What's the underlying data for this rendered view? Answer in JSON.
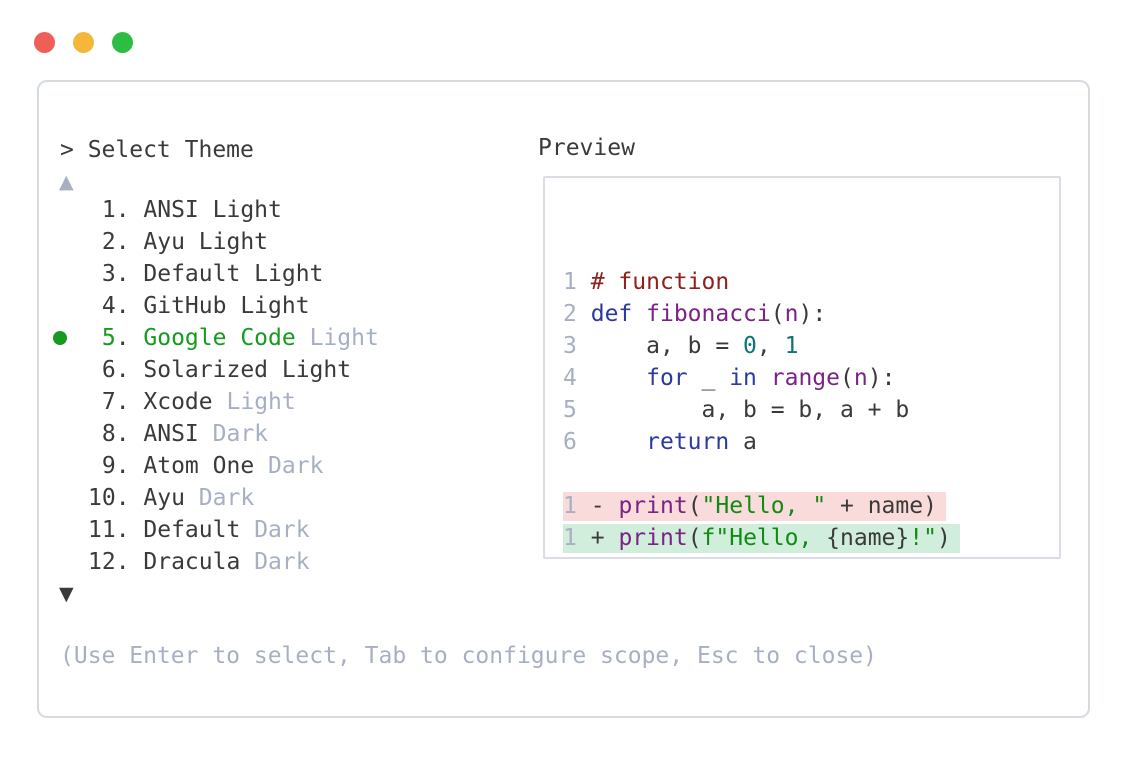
{
  "window_controls": {
    "close_color": "#F05F57",
    "minimize_color": "#F3B73A",
    "zoom_color": "#2EBD44"
  },
  "theme_selector": {
    "prompt": "> Select Theme",
    "scroll_up_glyph": "▲",
    "scroll_down_glyph": "▼",
    "items": [
      {
        "number": "1",
        "name": "ANSI Light",
        "variant": "",
        "selected": false
      },
      {
        "number": "2",
        "name": "Ayu Light",
        "variant": "",
        "selected": false
      },
      {
        "number": "3",
        "name": "Default Light",
        "variant": "",
        "selected": false
      },
      {
        "number": "4",
        "name": "GitHub Light",
        "variant": "",
        "selected": false
      },
      {
        "number": "5",
        "name": "Google Code",
        "variant": "Light",
        "selected": true
      },
      {
        "number": "6",
        "name": "Solarized Light",
        "variant": "",
        "selected": false
      },
      {
        "number": "7",
        "name": "Xcode",
        "variant": "Light",
        "selected": false
      },
      {
        "number": "8",
        "name": "ANSI",
        "variant": "Dark",
        "selected": false
      },
      {
        "number": "9",
        "name": "Atom One",
        "variant": "Dark",
        "selected": false
      },
      {
        "number": "10",
        "name": "Ayu",
        "variant": "Dark",
        "selected": false
      },
      {
        "number": "11",
        "name": "Default",
        "variant": "Dark",
        "selected": false
      },
      {
        "number": "12",
        "name": "Dracula",
        "variant": "Dark",
        "selected": false
      }
    ],
    "hint": "(Use Enter to select, Tab to configure scope, Esc to close)"
  },
  "preview": {
    "title": "Preview",
    "code_lines": [
      {
        "number": "1",
        "tokens": [
          [
            "com",
            "# function"
          ]
        ]
      },
      {
        "number": "2",
        "tokens": [
          [
            "kw",
            "def"
          ],
          [
            "pln",
            " "
          ],
          [
            "typ",
            "fibonacci"
          ],
          [
            "pun",
            "("
          ],
          [
            "typ",
            "n"
          ],
          [
            "pun",
            "):"
          ]
        ]
      },
      {
        "number": "3",
        "tokens": [
          [
            "pln",
            "    a, b = "
          ],
          [
            "lit",
            "0"
          ],
          [
            "pln",
            ", "
          ],
          [
            "lit",
            "1"
          ]
        ]
      },
      {
        "number": "4",
        "tokens": [
          [
            "pln",
            "    "
          ],
          [
            "kw",
            "for"
          ],
          [
            "pln",
            " _ "
          ],
          [
            "kw",
            "in"
          ],
          [
            "pln",
            " "
          ],
          [
            "typ",
            "range"
          ],
          [
            "pun",
            "("
          ],
          [
            "typ",
            "n"
          ],
          [
            "pun",
            "):"
          ]
        ]
      },
      {
        "number": "5",
        "tokens": [
          [
            "pln",
            "        a, b = b, a + b"
          ]
        ]
      },
      {
        "number": "6",
        "tokens": [
          [
            "pln",
            "    "
          ],
          [
            "kw",
            "return"
          ],
          [
            "pln",
            " a"
          ]
        ]
      }
    ],
    "diff_lines": [
      {
        "number": "1",
        "sign": "-",
        "bg": "#F9DBDB",
        "tokens": [
          [
            "typ",
            "print"
          ],
          [
            "pun",
            "("
          ],
          [
            "str",
            "\"Hello, \""
          ],
          [
            "pln",
            " + name"
          ],
          [
            "pun",
            ")"
          ]
        ]
      },
      {
        "number": "1",
        "sign": "+",
        "bg": "#D0EEDB",
        "tokens": [
          [
            "typ",
            "print"
          ],
          [
            "pun",
            "("
          ],
          [
            "str",
            "f\"Hello, "
          ],
          [
            "pln",
            "{name}"
          ],
          [
            "str",
            "!\""
          ],
          [
            "pun",
            ")"
          ]
        ]
      }
    ]
  },
  "colors": {
    "text": "#3A3A3A",
    "dim": "#A7B0C2",
    "accent_green": "#169A1F",
    "panel_border": "#D6DAE1",
    "diff_removed_bg": "#F9DBDB",
    "diff_added_bg": "#D0EEDB",
    "token_colors": {
      "pln": "#3A3A3A",
      "pun": "#3A3A3A",
      "kw": "#2B3A9E",
      "typ": "#7B2385",
      "lit": "#0E7474",
      "str": "#138A13",
      "com": "#8E211D"
    }
  }
}
